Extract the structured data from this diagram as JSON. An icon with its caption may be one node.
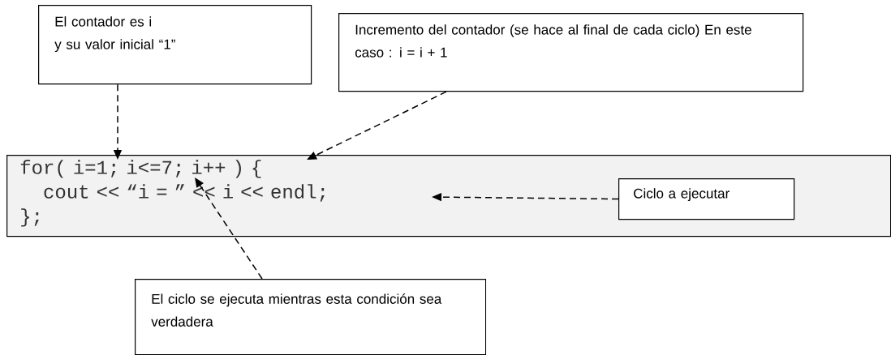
{
  "diagram": {
    "nodes": [
      {
        "text": [
          "El contador es i",
          "y su valor inicial “1”"
        ]
      },
      {
        "text": [
          "Incremento del contador (se hace al final de cada ciclo) En este caso : i = i + 1"
        ]
      },
      {
        "text": [
          "for( i=1; i<=7; i++ ) {",
          "cout << “i = ” << i << endl;",
          "};"
        ]
      },
      {
        "text": [
          "Ciclo a ejecutar"
        ],
        "in": 2
      },
      {
        "text": [
          "El ciclo se ejecuta mientras esta condición sea verdadera"
        ]
      }
    ],
    "edges": [
      {
        "from": 0,
        "to": 2,
        "arrow": "to",
        "style": "dashed"
      },
      {
        "from": 1,
        "to": 2,
        "arrow": "to",
        "style": "dashed"
      },
      {
        "from": 3,
        "to": 2,
        "arrow": "to",
        "style": "dashed"
      },
      {
        "from": 4,
        "to": 2,
        "arrow": "to",
        "style": "dashed"
      }
    ]
  }
}
